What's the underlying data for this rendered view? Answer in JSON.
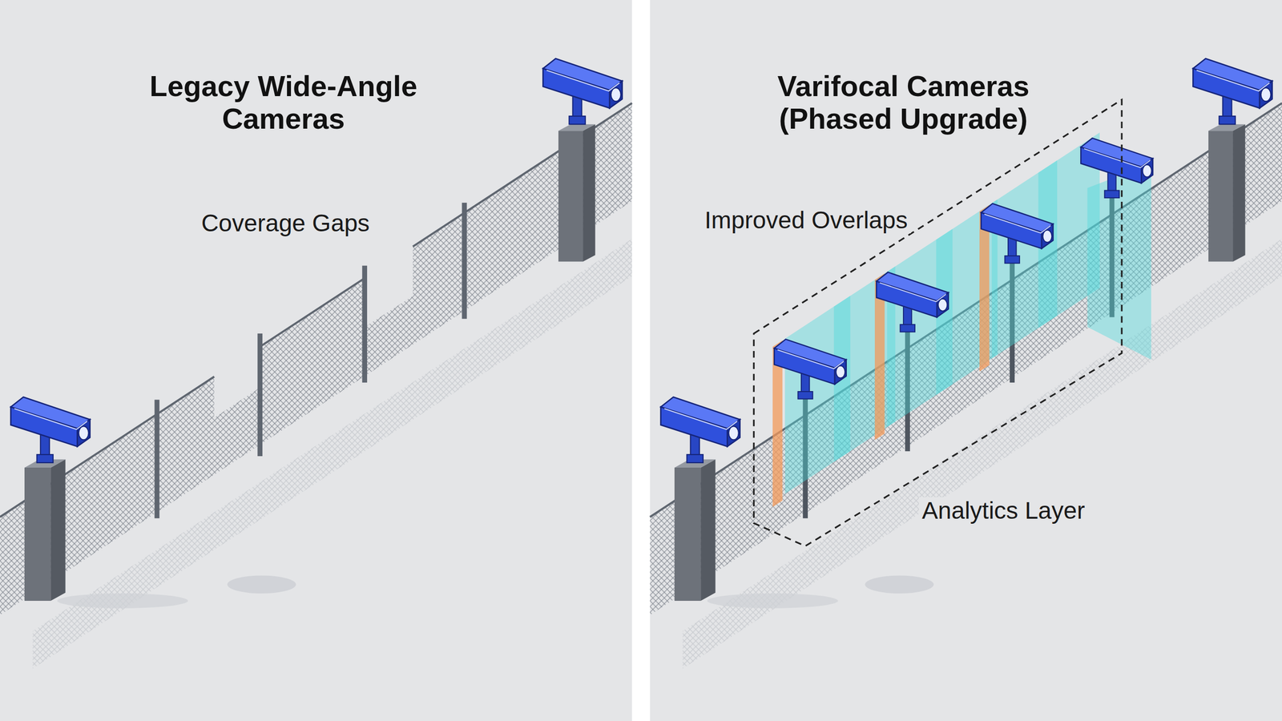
{
  "diagram": {
    "nodes": [
      {
        "text": [
          "Legacy Wide-Angle Cameras"
        ]
      },
      {
        "text": [
          "Varifocal Cameras (Phased Upgrade)"
        ]
      }
    ],
    "labels": [
      "Coverage Gaps",
      "Improved Overlaps",
      "Analytics Layer"
    ]
  }
}
